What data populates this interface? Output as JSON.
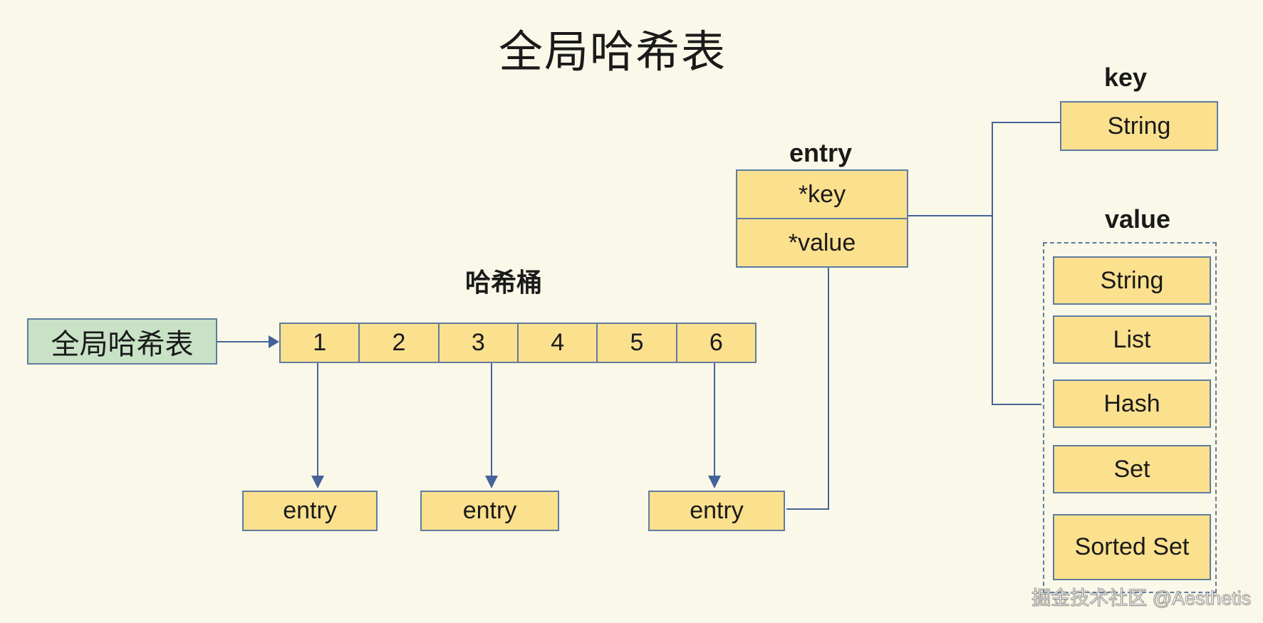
{
  "colors": {
    "background": "#FAF8E8",
    "box_fill": "#FBE08E",
    "box_border": "#5E7CA0",
    "connector": "#446398",
    "green_fill": "#C9E2C6",
    "text": "#1A1A1A"
  },
  "title": "全局哈希表",
  "global_table": {
    "label": "全局哈希表"
  },
  "hash_bucket": {
    "label": "哈希桶",
    "cells": [
      "1",
      "2",
      "3",
      "4",
      "5",
      "6"
    ]
  },
  "entry_nodes": {
    "items": [
      "entry",
      "entry",
      "entry"
    ]
  },
  "entry_struct": {
    "label": "entry",
    "key_field": "*key",
    "value_field": "*value"
  },
  "key_section": {
    "label": "key",
    "type": "String"
  },
  "value_section": {
    "label": "value",
    "types": [
      "String",
      "List",
      "Hash",
      "Set",
      "Sorted Set"
    ]
  },
  "watermark": "掘金技术社区 @Aesthetis"
}
